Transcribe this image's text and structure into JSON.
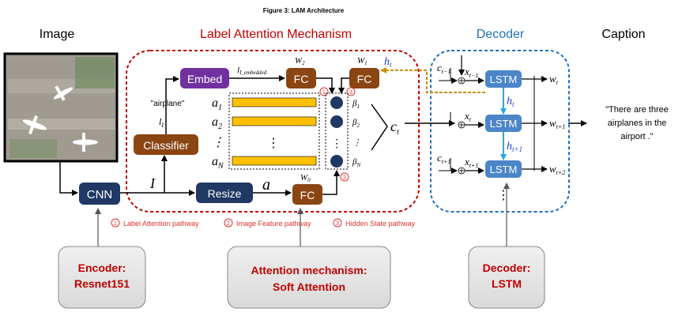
{
  "figure_title": "Figure 3: LAM Architecture",
  "headers": {
    "image": "Image",
    "lam": "Label Attention Mechanism",
    "decoder": "Decoder",
    "caption": "Caption"
  },
  "colors": {
    "lam_red": "#c00000",
    "decoder_blue": "#1f6fbf",
    "embed_purple": "#7030a0",
    "fc_brown": "#8b4513",
    "navy": "#1f3864",
    "bar_yellow": "#ffc000",
    "lstm_blue": "#4a86c8",
    "hidden_orange": "#c99000",
    "callout_gray": "#e6e6e6"
  },
  "blocks": {
    "cnn": "CNN",
    "classifier": "Classifier",
    "embed": "Embed",
    "resize": "Resize",
    "fc": "FC",
    "lstm": "LSTM"
  },
  "labels": {
    "airplane": "\"airplane\"",
    "l_i": "l",
    "l_i_sub": "I",
    "l_emb": "l",
    "l_emb_sub": "I_embedded",
    "w2": "W",
    "w2_sub": "2",
    "w1": "W",
    "w1_sub": "1",
    "w0": "W",
    "w0_sub": "0",
    "h_t": "h",
    "h_t_sub": "t",
    "I": "I",
    "a": "a",
    "c_t": "c",
    "c_t_sub": "t",
    "a_rows": [
      {
        "base": "a",
        "sub": "1"
      },
      {
        "base": "a",
        "sub": "2"
      },
      {
        "base": "⋮",
        "sub": ""
      },
      {
        "base": "a",
        "sub": "N"
      }
    ],
    "beta_rows": [
      {
        "base": "β",
        "sub": "1"
      },
      {
        "base": "β",
        "sub": "2"
      },
      {
        "base": "⋮",
        "sub": ""
      },
      {
        "base": "β",
        "sub": "N"
      }
    ],
    "vdots": "⋮",
    "decoder_rows": [
      {
        "c": "c",
        "c_sub": "t−1",
        "x": "x",
        "x_sub": "t−1",
        "w": "w",
        "w_sub": "t"
      },
      {
        "c": "",
        "c_sub": "",
        "x": "x",
        "x_sub": "t",
        "w": "w",
        "w_sub": "t+1"
      },
      {
        "c": "c",
        "c_sub": "t+1",
        "x": "x",
        "x_sub": "t+1",
        "w": "w",
        "w_sub": "t+2"
      }
    ],
    "h_between": [
      {
        "base": "h",
        "sub": "t"
      },
      {
        "base": "h",
        "sub": "t+1"
      }
    ],
    "circle_nums": [
      "1",
      "2",
      "3"
    ]
  },
  "caption_text": [
    "\"There are three",
    "airplanes in the",
    "airport .\""
  ],
  "legend": [
    {
      "num": "1",
      "label": "Label Attention pathway"
    },
    {
      "num": "2",
      "label": "Image Feature pathway"
    },
    {
      "num": "3",
      "label": "Hidden State pathway"
    }
  ],
  "callouts": {
    "encoder": {
      "title": "Encoder:",
      "value": "Resnet151"
    },
    "attention": {
      "title": "Attention mechanism:",
      "value": "Soft Attention"
    },
    "decoder": {
      "title": "Decoder:",
      "value": "LSTM"
    }
  }
}
